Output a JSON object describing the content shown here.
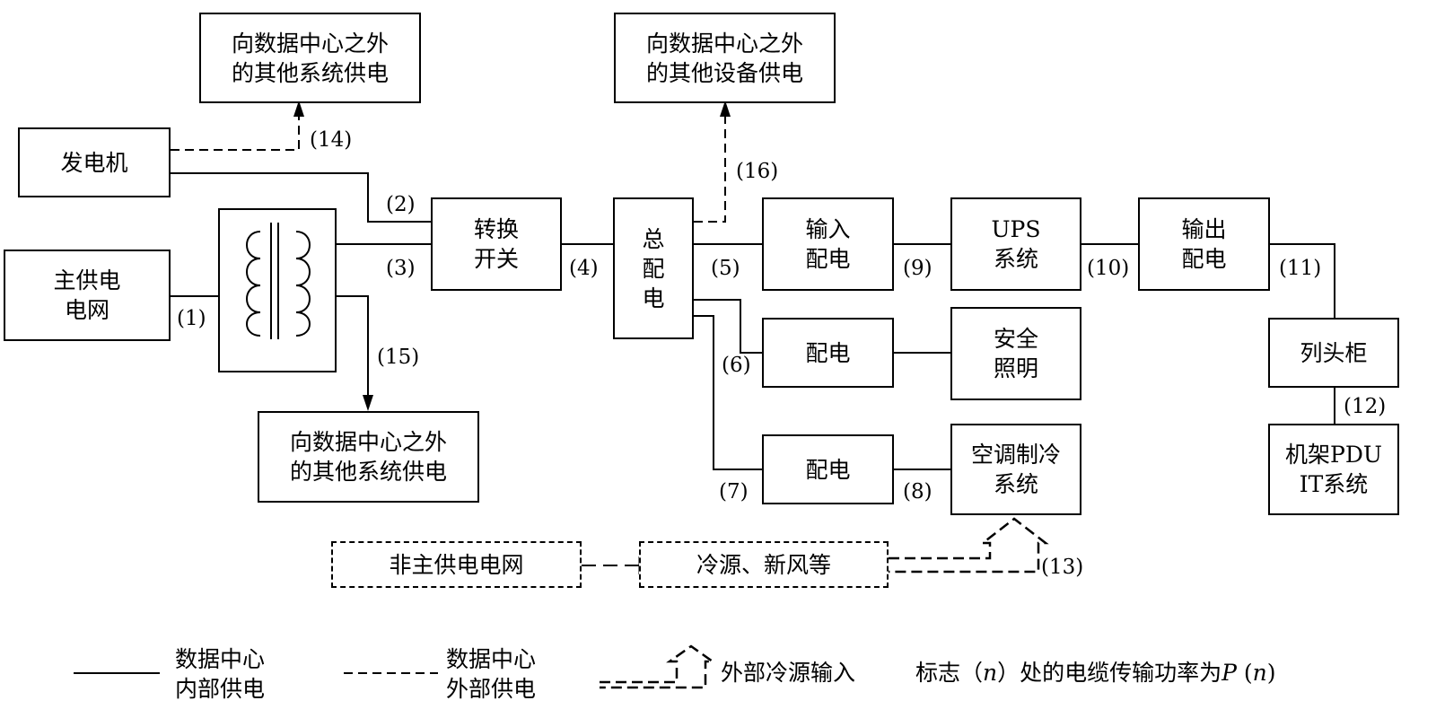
{
  "boxes": {
    "top_left_supply": "向数据中心之外\n的其他系统供电",
    "top_right_supply": "向数据中心之外\n的其他设备供电",
    "generator": "发电机",
    "main_grid": "主供电\n电网",
    "transformer": "",
    "transfer_switch": "转换\n开关",
    "main_distribution": "总\n配\n电",
    "input_distribution": "输入\n配电",
    "ups": "UPS\n系统",
    "output_distribution": "输出\n配电",
    "distribution_1": "配电",
    "safety_lighting": "安全\n照明",
    "distribution_2": "配电",
    "ac_cooling": "空调制冷\n系统",
    "column_cabinet": "列头柜",
    "rack_pdu": "机架PDU\nIT系统",
    "bottom_supply": "向数据中心之外\n的其他系统供电",
    "non_main_grid": "非主供电电网",
    "cooling_source": "冷源、新风等"
  },
  "labels": {
    "n1": "(1)",
    "n2": "(2)",
    "n3": "(3)",
    "n4": "(4)",
    "n5": "(5)",
    "n6": "(6)",
    "n7": "(7)",
    "n8": "(8)",
    "n9": "(9)",
    "n10": "(10)",
    "n11": "(11)",
    "n12": "(12)",
    "n13": "(13)",
    "n14": "(14)",
    "n15": "(15)",
    "n16": "(16)"
  },
  "legend": {
    "solid": "数据中心\n内部供电",
    "dashed": "数据中心\n外部供电",
    "cooling": "外部冷源输入",
    "note_prefix": "标志（",
    "note_n": "n",
    "note_mid": "）处的电缆传输功率为",
    "note_p": "P",
    "note_open": " (",
    "note_close": ")"
  }
}
